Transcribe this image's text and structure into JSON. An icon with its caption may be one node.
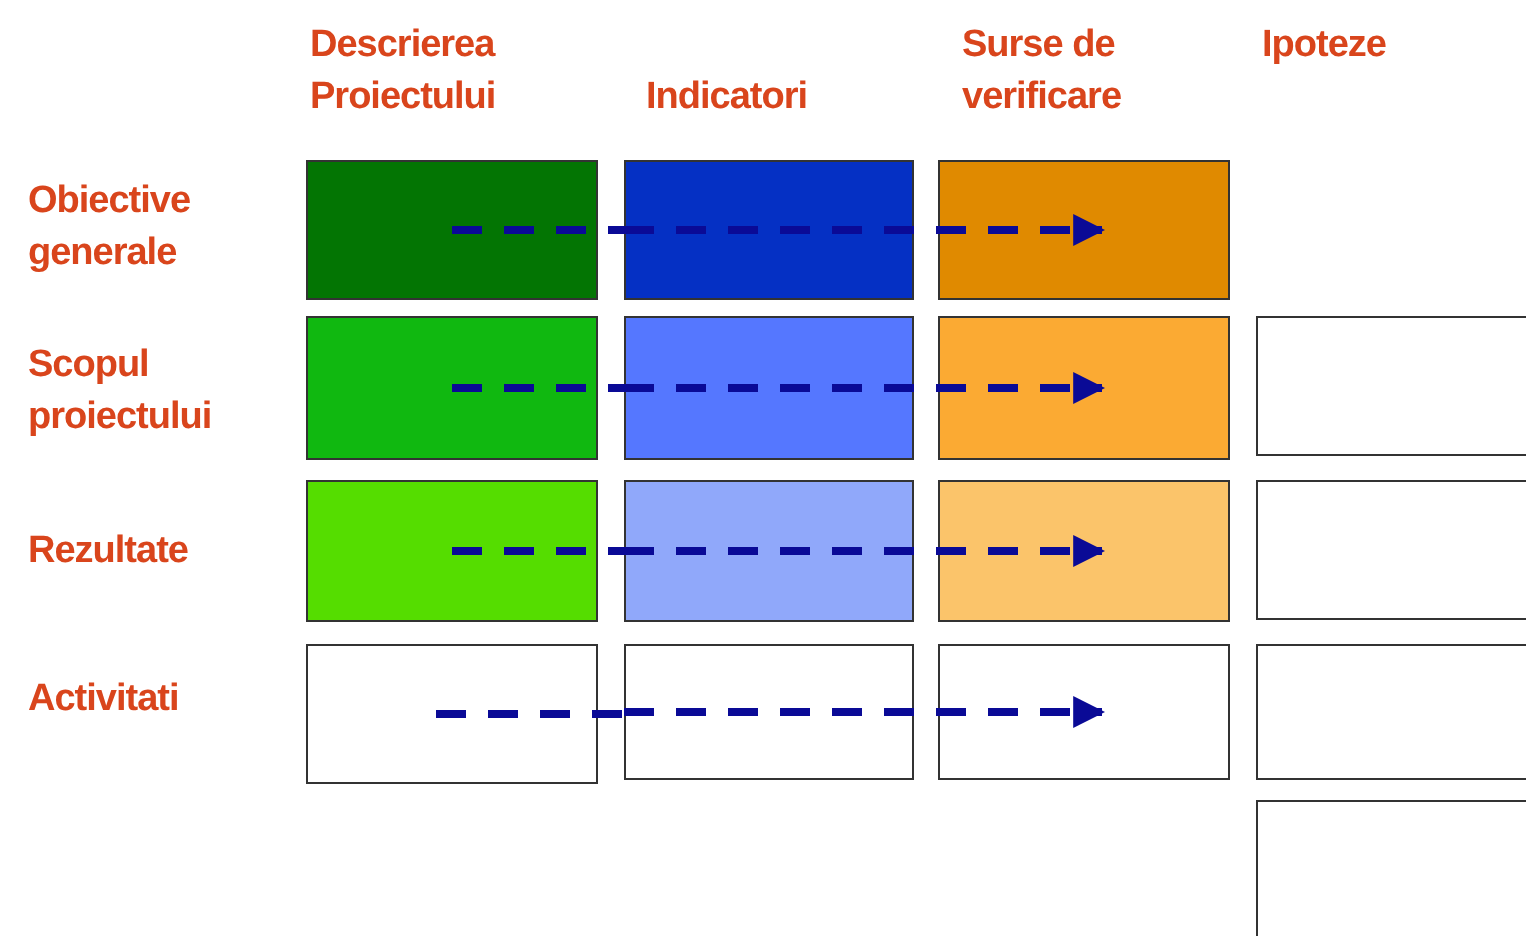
{
  "diagram": {
    "nodes": [
      {
        "text": [],
        "shape": "box"
      },
      {
        "text": [],
        "shape": "box"
      },
      {
        "text": [],
        "shape": "box"
      },
      {
        "text": [],
        "shape": "box"
      },
      {
        "text": [],
        "shape": "box"
      },
      {
        "text": [],
        "shape": "box"
      },
      {
        "text": [],
        "shape": "box"
      },
      {
        "text": [],
        "shape": "box"
      },
      {
        "text": [],
        "shape": "box"
      },
      {
        "text": [],
        "shape": "box"
      },
      {
        "text": [],
        "shape": "box"
      },
      {
        "text": [],
        "shape": "box"
      },
      {
        "text": [],
        "shape": "box"
      },
      {
        "text": [],
        "shape": "box"
      },
      {
        "text": [],
        "shape": "box"
      },
      {
        "text": [],
        "shape": "box"
      }
    ],
    "edges": [
      {
        "from": 0,
        "to": 1,
        "arrow": "none",
        "style": "dashed"
      },
      {
        "from": 1,
        "to": 2,
        "arrow": "to",
        "style": "dashed"
      },
      {
        "from": 3,
        "to": 4,
        "arrow": "none",
        "style": "dashed"
      },
      {
        "from": 4,
        "to": 5,
        "arrow": "to",
        "style": "dashed"
      },
      {
        "from": 7,
        "to": 8,
        "arrow": "none",
        "style": "dashed"
      },
      {
        "from": 8,
        "to": 9,
        "arrow": "to",
        "style": "dashed"
      },
      {
        "from": 11,
        "to": 12,
        "arrow": "none",
        "style": "dashed"
      },
      {
        "from": 12,
        "to": 13,
        "arrow": "to",
        "style": "dashed"
      }
    ],
    "labels": [
      "Descrierea Proiectului",
      "Indicatori",
      "Surse de verificare",
      "Ipoteze",
      "Obiective generale",
      "Scopul proiectului",
      "Rezultate",
      "Activitati"
    ]
  }
}
